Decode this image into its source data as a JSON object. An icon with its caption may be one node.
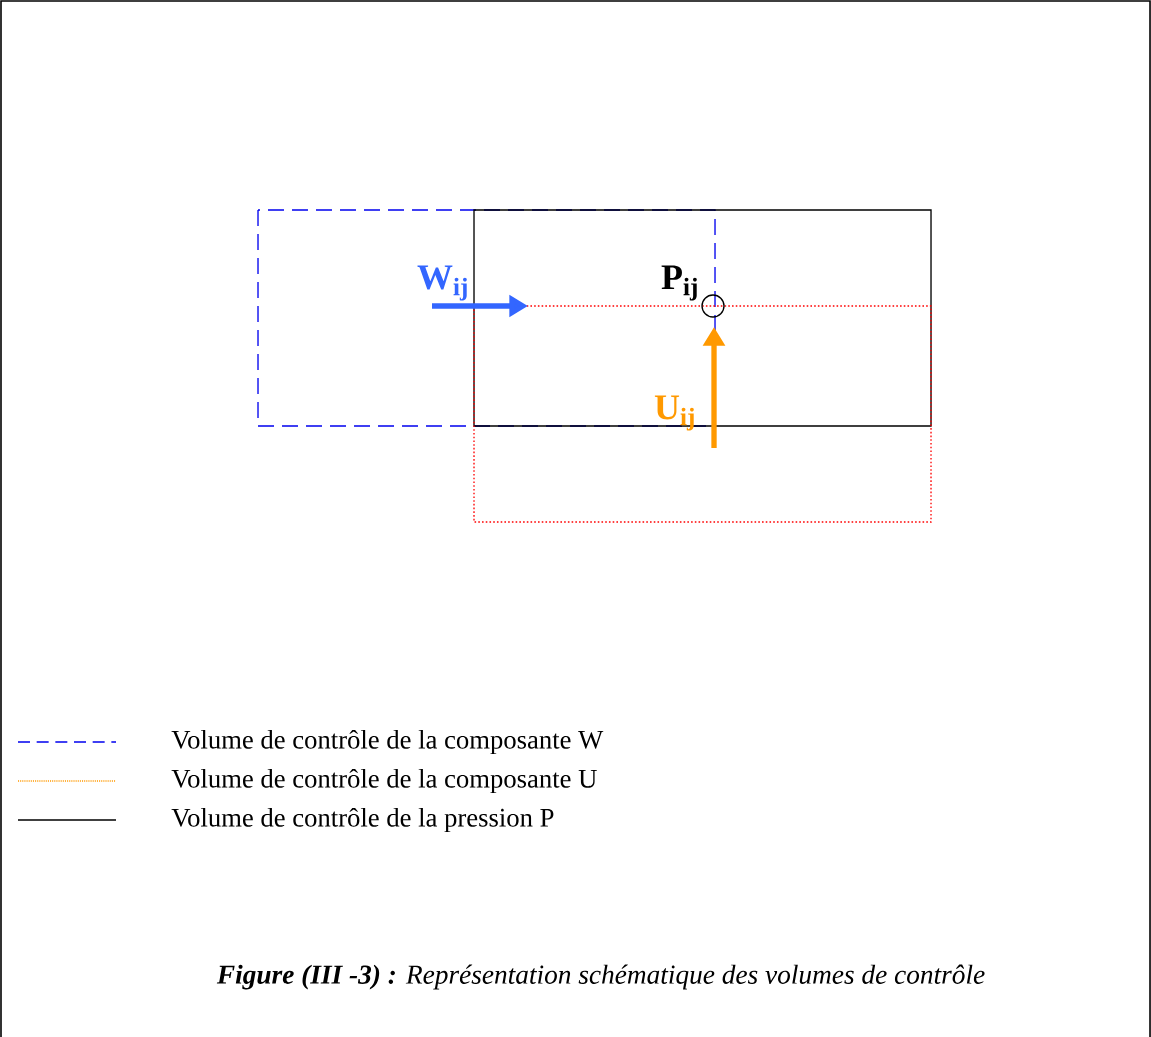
{
  "diagram": {
    "caption": "**Figure (III -3) :** Représentation schématique des volumes de contrôle",
    "labels": [
      "W$_{ij}$",
      "P$_{ij}$",
      "U$_{ij}$"
    ],
    "legend": [
      {
        "text": "Volume de contrôle de la composante W"
      },
      {
        "text": "Volume de contrôle de la composante U"
      },
      {
        "text": "Volume de contrôle de la pression P"
      }
    ]
  }
}
